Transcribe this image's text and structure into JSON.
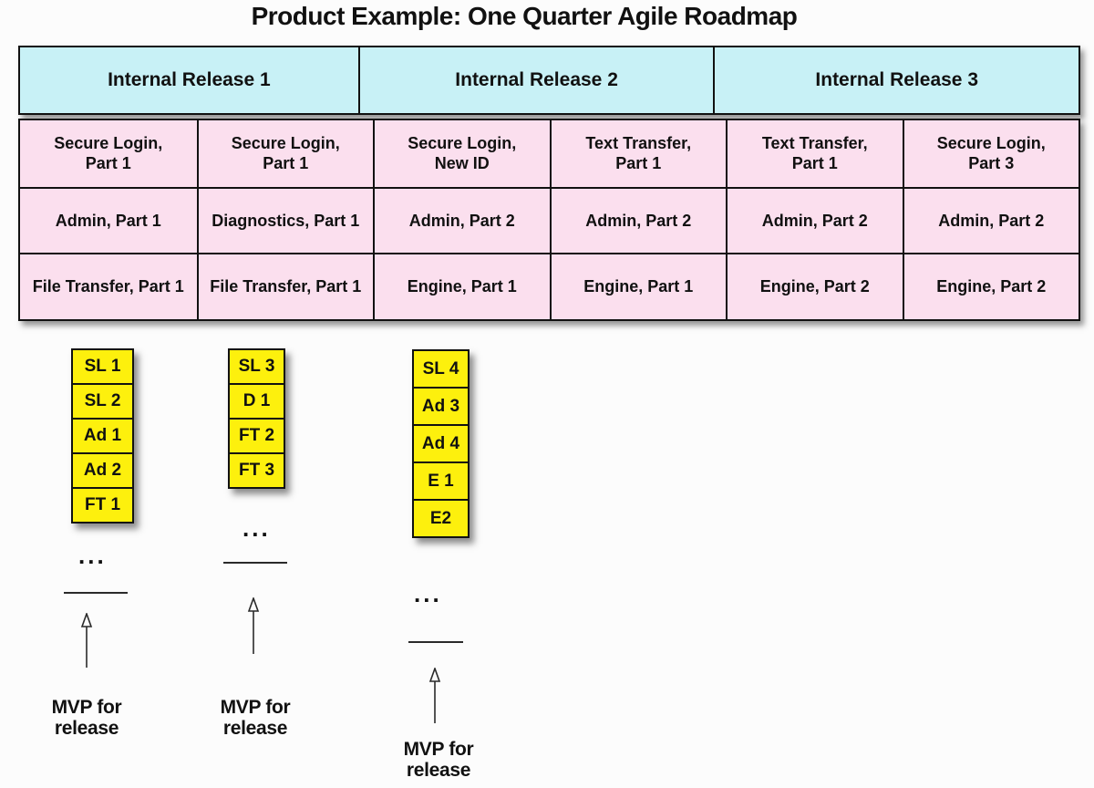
{
  "title": "Product Example: One Quarter Agile Roadmap",
  "colors": {
    "release_bg": "#c8f1f6",
    "feature_bg": "#fbdfee",
    "note_bg": "#fdf00d",
    "border": "#111111"
  },
  "releases": [
    "Internal Release 1",
    "Internal Release 2",
    "Internal Release 3"
  ],
  "feature_grid": {
    "rows": [
      [
        "Secure Login,\nPart 1",
        "Secure Login,\nPart 1",
        "Secure Login,\nNew ID",
        "Text Transfer,\nPart 1",
        "Text Transfer,\nPart 1",
        "Secure Login,\nPart 3"
      ],
      [
        "Admin, Part 1",
        "Diagnostics, Part 1",
        "Admin, Part 2",
        "Admin, Part 2",
        "Admin, Part 2",
        "Admin, Part 2"
      ],
      [
        "File Transfer, Part 1",
        "File Transfer, Part 1",
        "Engine, Part 1",
        "Engine, Part 1",
        "Engine, Part 2",
        "Engine, Part 2"
      ]
    ]
  },
  "backlogs": [
    {
      "notes": [
        "SL 1",
        "SL 2",
        "Ad 1",
        "Ad 2",
        "FT 1"
      ],
      "ellipsis": "...",
      "mvp_label": "MVP for\nrelease"
    },
    {
      "notes": [
        "SL 3",
        "D 1",
        "FT 2",
        "FT 3"
      ],
      "ellipsis": "...",
      "mvp_label": "MVP for\nrelease"
    },
    {
      "notes": [
        "SL 4",
        "Ad 3",
        "Ad 4",
        "E 1",
        "E2"
      ],
      "ellipsis": "...",
      "mvp_label": "MVP for\nrelease"
    }
  ]
}
